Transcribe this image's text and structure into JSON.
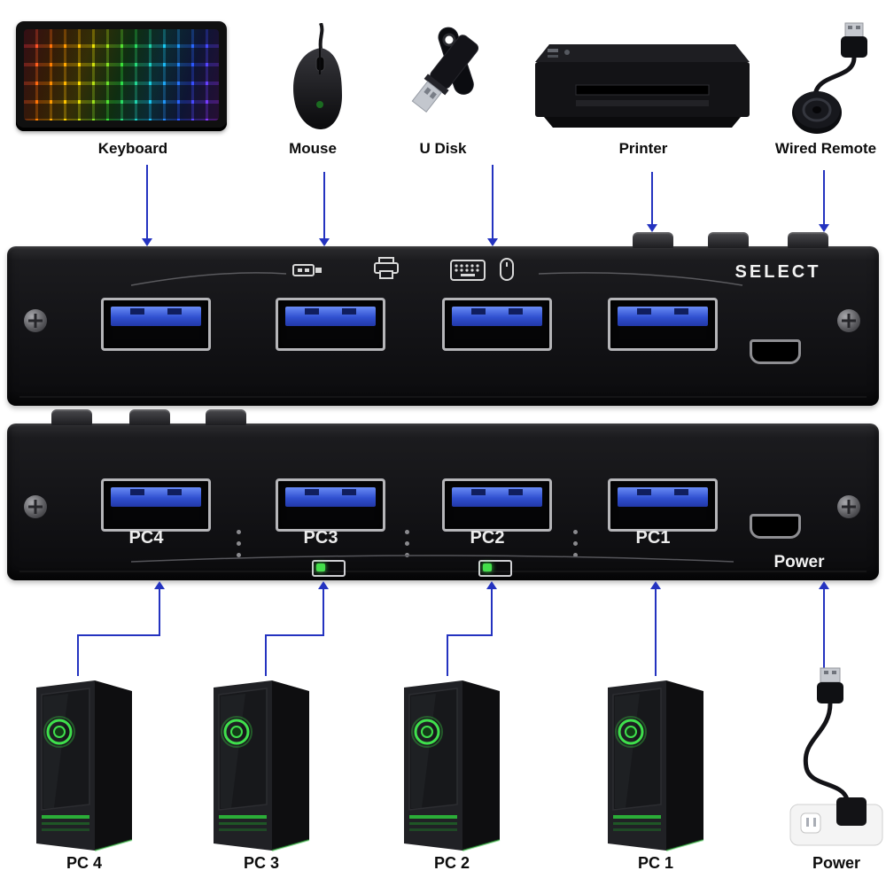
{
  "top_devices": {
    "keyboard": {
      "label": "Keyboard"
    },
    "mouse": {
      "label": "Mouse"
    },
    "udisk": {
      "label": "U Disk"
    },
    "printer": {
      "label": "Printer"
    },
    "remote": {
      "label": "Wired Remote"
    }
  },
  "front_panel": {
    "select_label": "SELECT",
    "usb_ports": 4,
    "icons": [
      "usb-icon",
      "printer-icon",
      "keyboard-icon",
      "mouse-icon"
    ]
  },
  "back_panel": {
    "usb_ports": 4,
    "port_labels": [
      "PC4",
      "PC3",
      "PC2",
      "PC1"
    ],
    "power_label": "Power"
  },
  "computers": [
    {
      "label": "PC 4"
    },
    {
      "label": "PC 3"
    },
    {
      "label": "PC 2"
    },
    {
      "label": "PC 1"
    }
  ],
  "power_cable": {
    "label": "Power"
  },
  "colors": {
    "arrow_blue": "#2433c0",
    "usb_tongue_blue": "#3050d0",
    "chassis_black": "#131316",
    "accent_green": "#3fe04c",
    "background": "#ffffff"
  }
}
